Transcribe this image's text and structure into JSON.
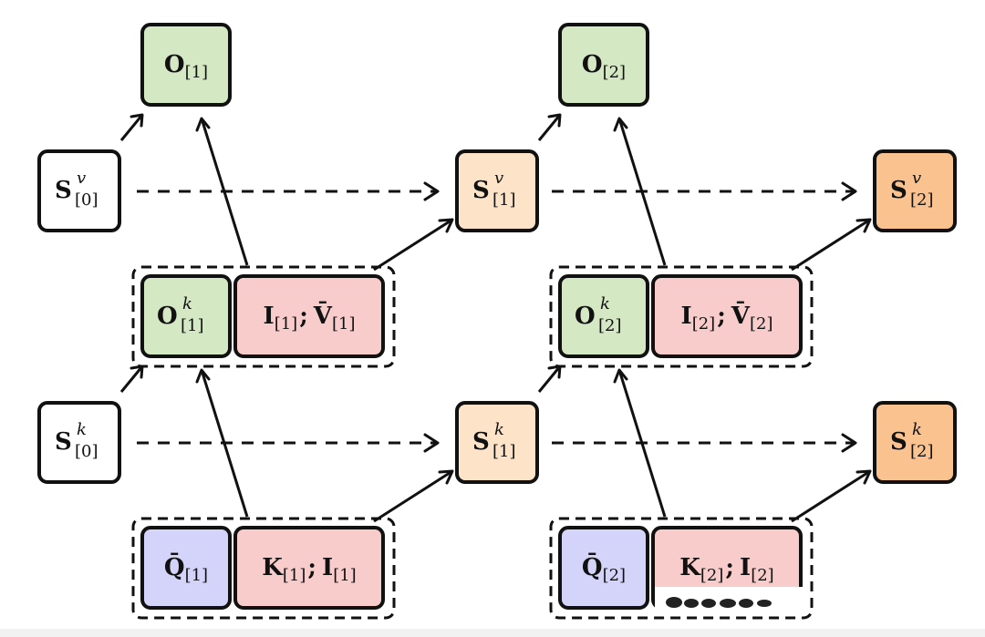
{
  "colors": {
    "white": "#ffffff",
    "green": "#d5e8c4",
    "peach": "#fde3c8",
    "orange": "#f9c28f",
    "pink": "#f9cccc",
    "lavender": "#d4d4fb"
  },
  "nodes": {
    "o1": {
      "main": "O",
      "sub": "[1]",
      "sup": ""
    },
    "o2": {
      "main": "O",
      "sub": "[2]",
      "sup": ""
    },
    "sv0": {
      "main": "S",
      "sub": "[0]",
      "sup": "v"
    },
    "sv1": {
      "main": "S",
      "sub": "[1]",
      "sup": "v"
    },
    "sv2": {
      "main": "S",
      "sub": "[2]",
      "sup": "v"
    },
    "ok1": {
      "main": "O",
      "sub": "[1]",
      "sup": "k"
    },
    "iv1": {
      "a": "I",
      "a_sub": "[1]",
      "sep": ";",
      "b": "V̄",
      "b_sub": "[1]"
    },
    "ok2": {
      "main": "O",
      "sub": "[2]",
      "sup": "k"
    },
    "iv2": {
      "a": "I",
      "a_sub": "[2]",
      "sep": ";",
      "b": "V̄",
      "b_sub": "[2]"
    },
    "sk0": {
      "main": "S",
      "sub": "[0]",
      "sup": "k"
    },
    "sk1": {
      "main": "S",
      "sub": "[1]",
      "sup": "k"
    },
    "sk2": {
      "main": "S",
      "sub": "[2]",
      "sup": "k"
    },
    "q1": {
      "main": "Q̄",
      "sub": "[1]",
      "sup": ""
    },
    "ki1": {
      "a": "K",
      "a_sub": "[1]",
      "sep": ";",
      "b": "I",
      "b_sub": "[1]"
    },
    "q2": {
      "main": "Q̄",
      "sub": "[2]",
      "sup": ""
    },
    "ki2": {
      "a": "K",
      "a_sub": "[2]",
      "sep": ";",
      "b": "I",
      "b_sub": "[2]"
    }
  }
}
